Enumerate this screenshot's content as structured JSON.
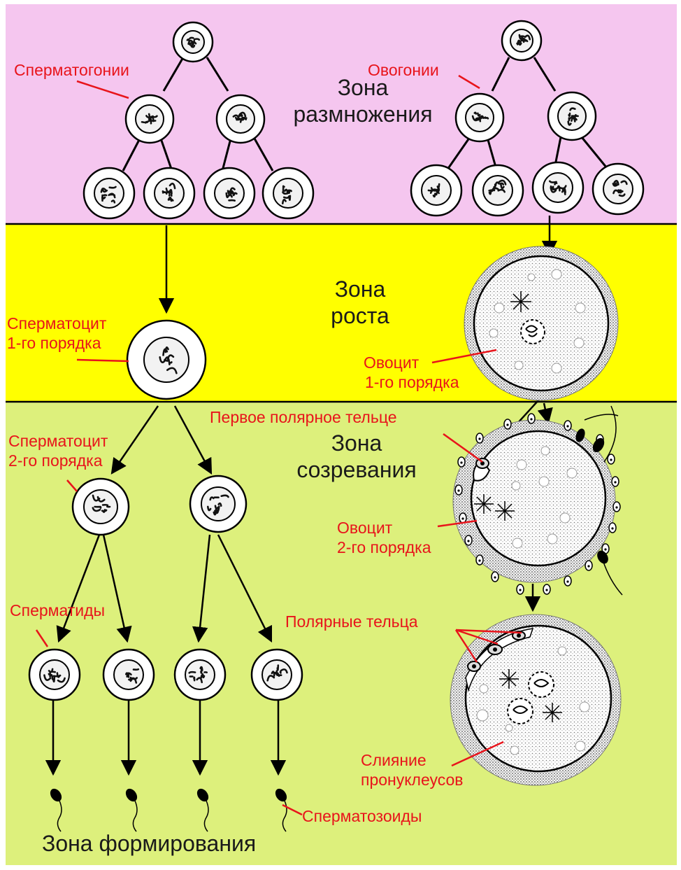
{
  "zones": {
    "reproduction": {
      "line1": "Зона",
      "line2": "размножения"
    },
    "growth": {
      "line1": "Зона",
      "line2": "роста"
    },
    "maturation": {
      "line1": "Зона",
      "line2": "созревания"
    },
    "formation": "Зона формирования"
  },
  "labels": {
    "spermatogonia": "Сперматогонии",
    "oogonia": "Овогонии",
    "spermatocyte1": {
      "line1": "Сперматоцит",
      "line2": "1-го порядка"
    },
    "oocyte1": {
      "line1": "Овоцит",
      "line2": "1-го порядка"
    },
    "spermatocyte2": {
      "line1": "Сперматоцит",
      "line2": "2-го порядка"
    },
    "first_polar_body": "Первое полярное тельце",
    "oocyte2": {
      "line1": "Овоцит",
      "line2": "2-го порядка"
    },
    "spermatids": "Сперматиды",
    "polar_bodies": "Полярные тельца",
    "pronuclei_fusion": {
      "line1": "Слияние",
      "line2": "пронуклеусов"
    },
    "spermatozoa": "Сперматозоиды"
  },
  "colors": {
    "reproduction_zone": "#f5c6ef",
    "growth_zone": "#ffff00",
    "maturation_zone": "#ddf07c",
    "label_text": "#e8141b",
    "zone_text": "#1a1a1a"
  }
}
